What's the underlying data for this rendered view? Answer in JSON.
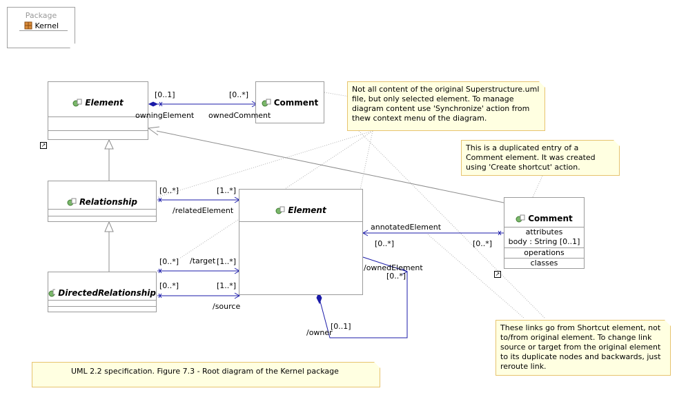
{
  "package": {
    "title": "Package",
    "name": "Kernel"
  },
  "classes": {
    "element_top": {
      "name": "Element"
    },
    "comment_top": {
      "name": "Comment"
    },
    "relationship": {
      "name": "Relationship"
    },
    "directed_relationship": {
      "name": "DirectedRelationship"
    },
    "element_center": {
      "name": "Element"
    },
    "comment_right": {
      "name": "Comment",
      "attributes_label": "attributes",
      "attribute": "body : String [0..1]",
      "operations_label": "operations",
      "classes_label": "classes"
    }
  },
  "labels": {
    "owning_mult": "[0..1]",
    "owned_comment_mult": "[0..*]",
    "owning_element": "owningElement",
    "owned_comment": "ownedComment",
    "rel_mult_left": "[0..*]",
    "rel_mult_right": "[1..*]",
    "related_element": "/relatedElement",
    "target_mult_left": "[0..*]",
    "target_role": "/target",
    "target_mult_right": "[1..*]",
    "source_mult_left": "[0..*]",
    "source_mult_right": "[1..*]",
    "source_role": "/source",
    "annotated_element": "annotatedElement",
    "annot_mult_left": "[0..*]",
    "annot_mult_right": "[0..*]",
    "owned_element": "/ownedElement",
    "owned_element_mult": "[0..*]",
    "owner_role": "/owner",
    "owner_mult": "[0..1]"
  },
  "notes": {
    "top": "Not all content of the original Superstructure.uml file, but only selected element. To manage diagram content use 'Synchronize' action from thew context menu of the diagram.",
    "middle": "This is a duplicated entry of a Comment element. It was created using 'Create shortcut' action.",
    "bottom": "These links go from Shortcut element, not to/from original element. To change link source or target from the original element to its duplicate nodes and backwards, just reroute link.",
    "caption": "UML 2.2 specification. Figure 7.3 - Root diagram of the Kernel package"
  },
  "colors": {
    "association": "#1a1aa8",
    "generalization": "#8c8c8c",
    "note_fill": "#ffffe1",
    "note_border": "#e6c36e"
  },
  "icons": [
    "package-icon",
    "class-icon",
    "shortcut-icon"
  ]
}
